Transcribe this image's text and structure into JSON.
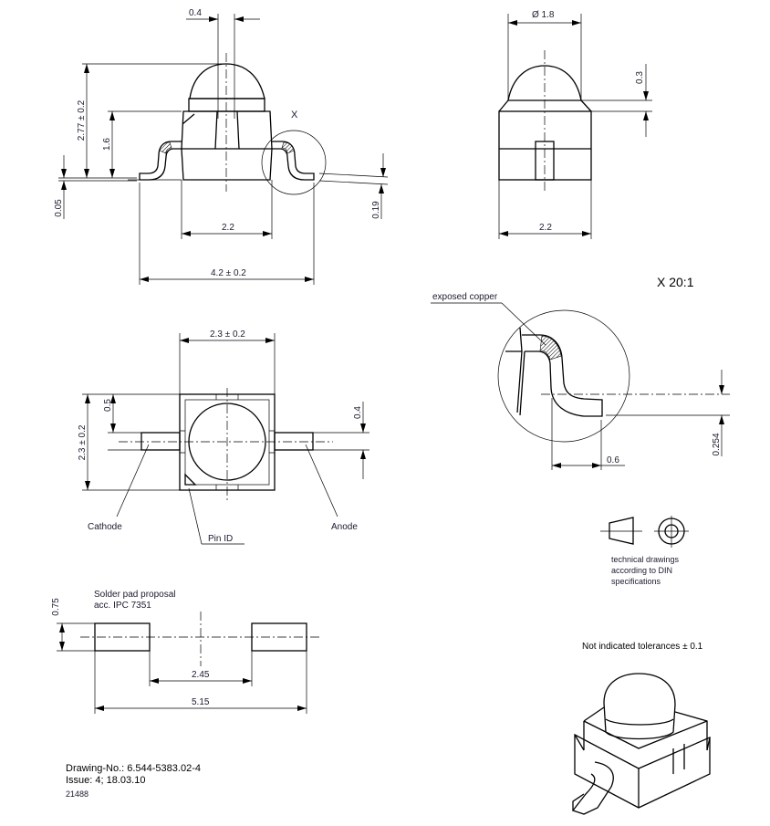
{
  "side_view_front": {
    "dim_lens_offset": "0.4",
    "dim_total_height": "2.77 ± 0.2",
    "dim_body_height": "1.6",
    "dim_standoff": "0.05",
    "dim_lead_thickness": "0.19",
    "dim_body_width": "2.2",
    "dim_overall_width": "4.2 ± 0.2",
    "detail_marker": "X"
  },
  "side_view_right": {
    "dim_lens_diameter": "Ø 1.8",
    "dim_lens_step": "0.3",
    "dim_body_width": "2.2"
  },
  "detail_view": {
    "scale": "X 20:1",
    "callout": "exposed copper",
    "dim_foot_length": "0.6",
    "dim_lead_thickness": "0.254"
  },
  "top_view": {
    "dim_width": "2.3 ± 0.2",
    "dim_height": "2.3 ± 0.2",
    "dim_offset": "0.5",
    "dim_lead_width": "0.4",
    "label_cathode": "Cathode",
    "label_pin_id": "Pin ID",
    "label_anode": "Anode"
  },
  "projection_symbol": {
    "lines": [
      "technical drawings",
      "according to DIN",
      "specifications"
    ]
  },
  "solder_pad": {
    "title_lines": [
      "Solder pad proposal",
      "acc. IPC 7351"
    ],
    "dim_pad_height": "0.75",
    "dim_inner": "2.45",
    "dim_outer": "5.15"
  },
  "tolerance_note": "Not indicated tolerances ± 0.1",
  "title_block": {
    "drawing_no": "Drawing-No.: 6.544-5383.02-4",
    "issue": "Issue: 4;  18.03.10",
    "code": "21488"
  }
}
